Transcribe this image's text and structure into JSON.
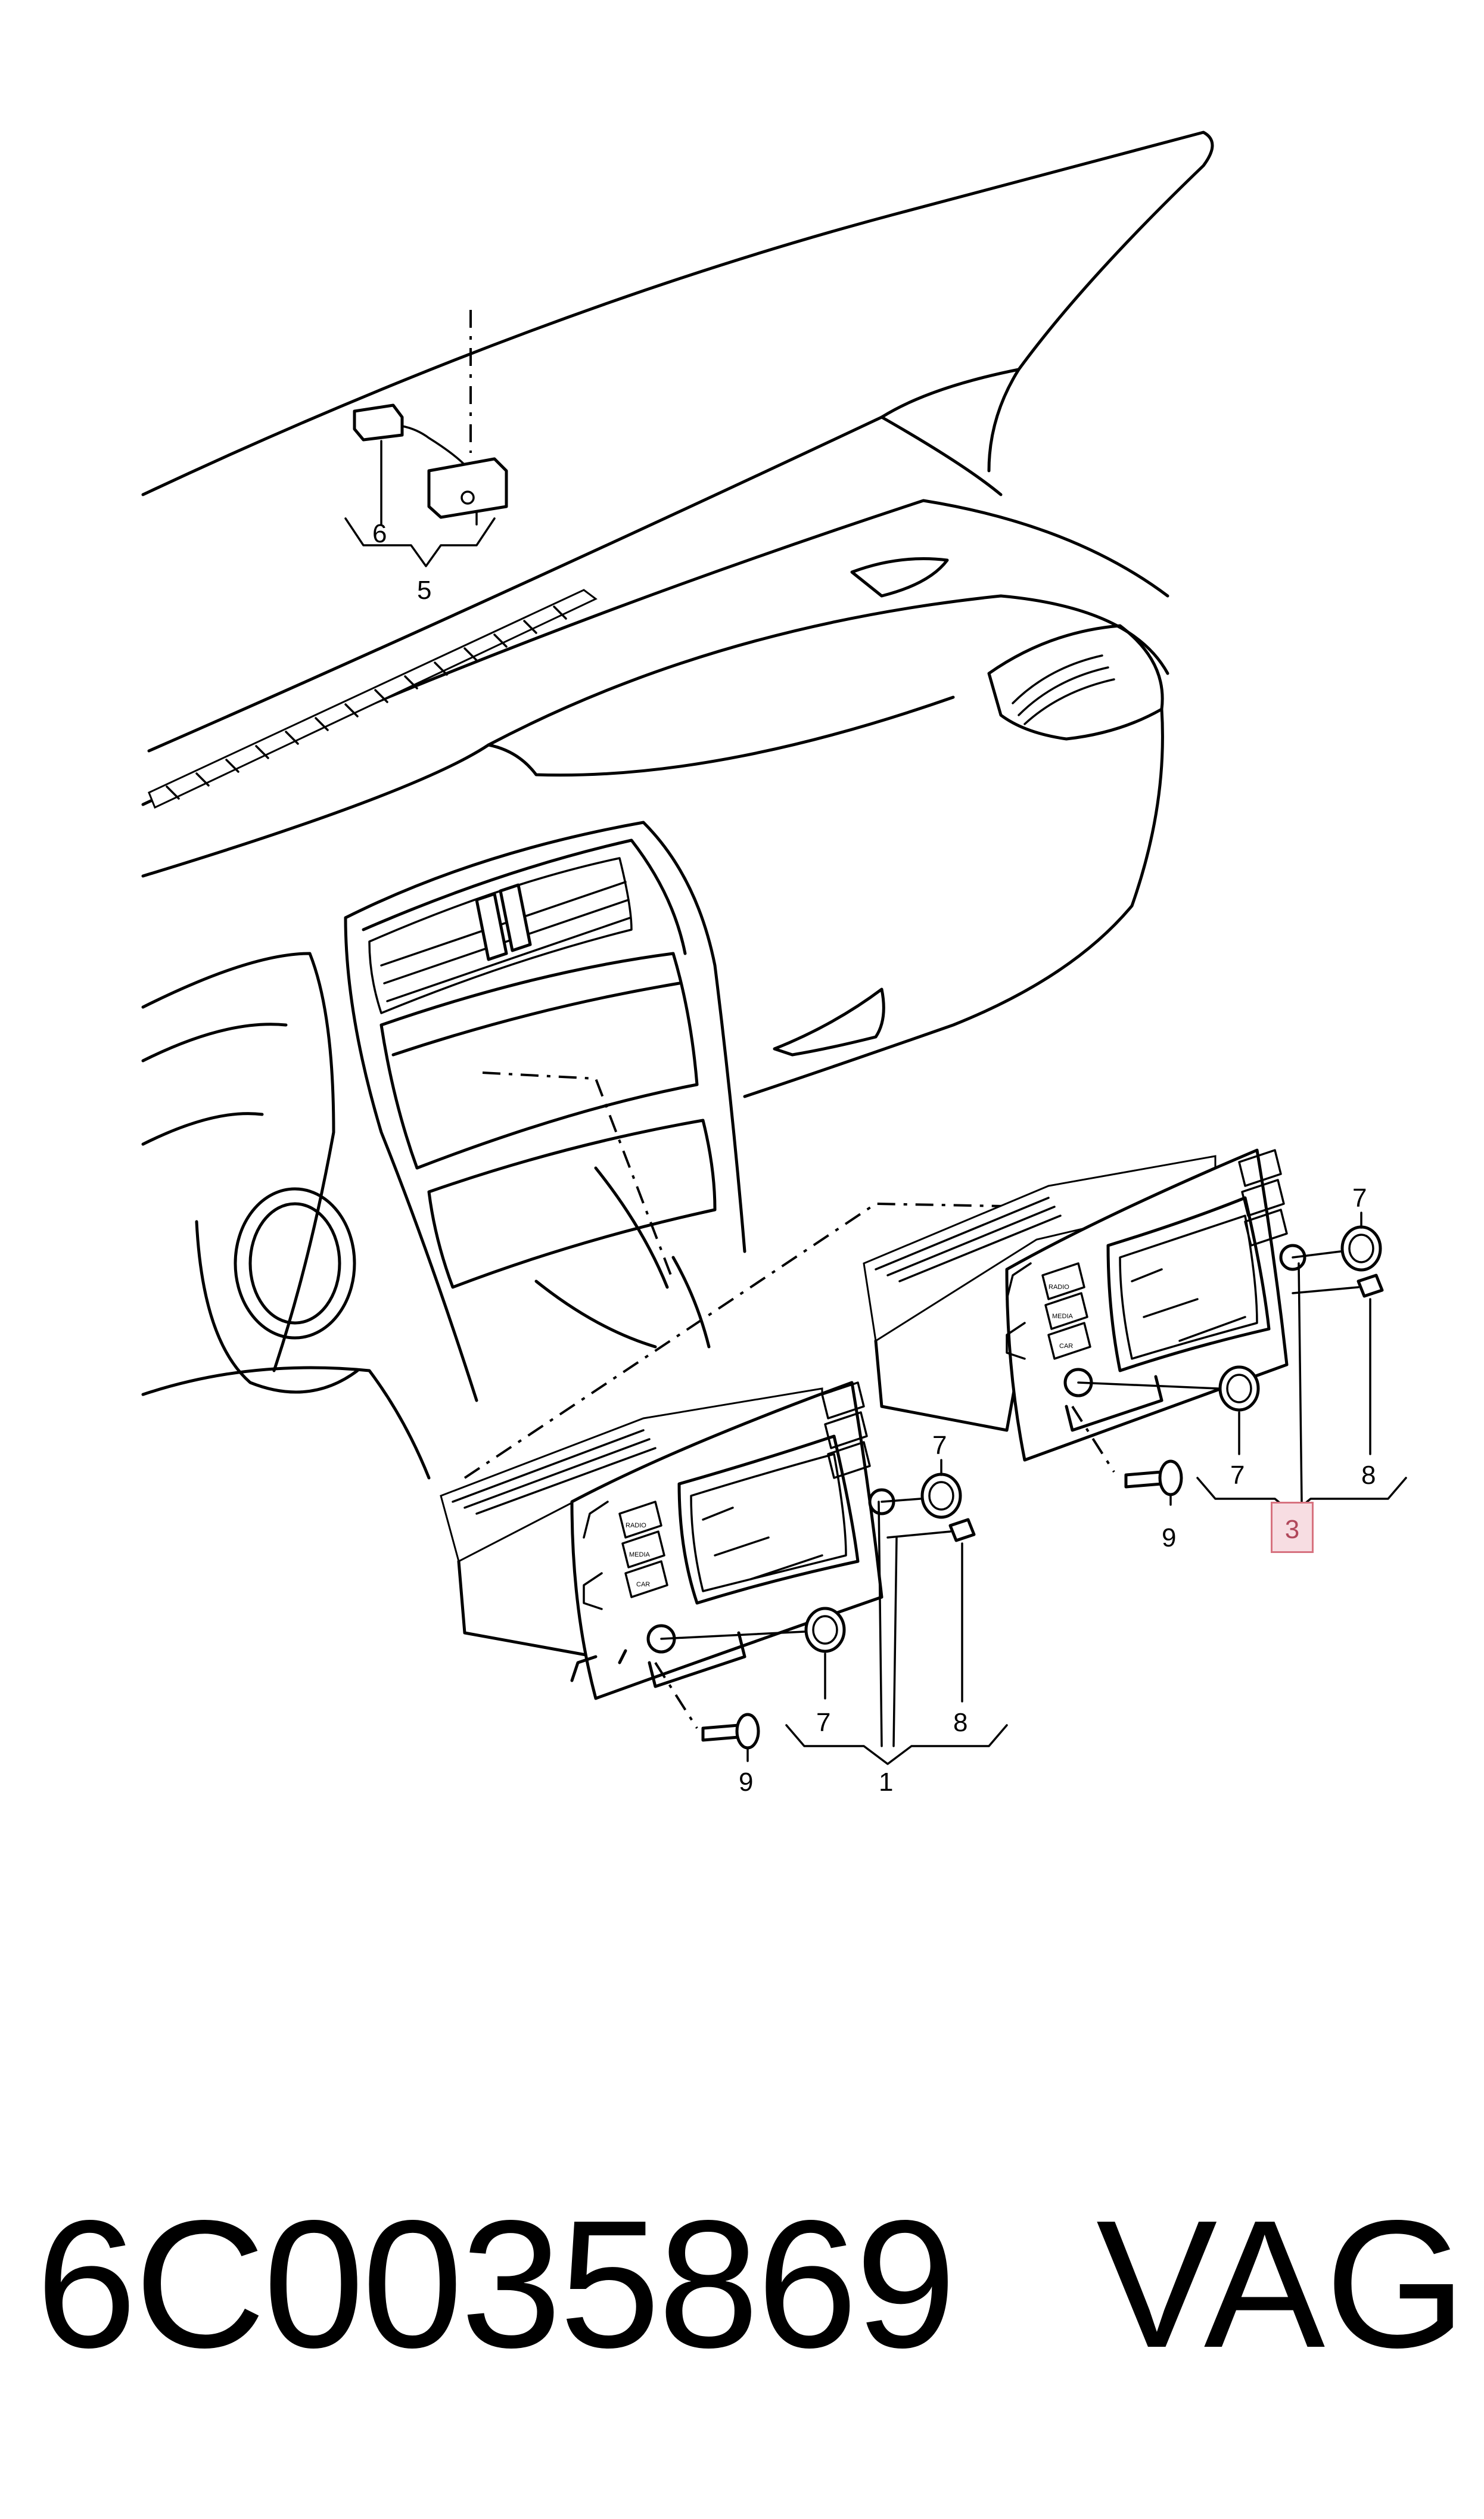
{
  "callouts": {
    "c6": "6",
    "c5": "5",
    "c7a": "7",
    "c7b": "7",
    "c7c": "7",
    "c7d": "7",
    "c8a": "8",
    "c8b": "8",
    "c9a": "9",
    "c9b": "9",
    "c1": "1",
    "c3": "3"
  },
  "footer": {
    "part_number": "6C0035869",
    "brand": "VAG"
  },
  "colors": {
    "highlight_fill": "#f7dde2",
    "highlight_border": "#d7727f",
    "line": "#000000"
  }
}
